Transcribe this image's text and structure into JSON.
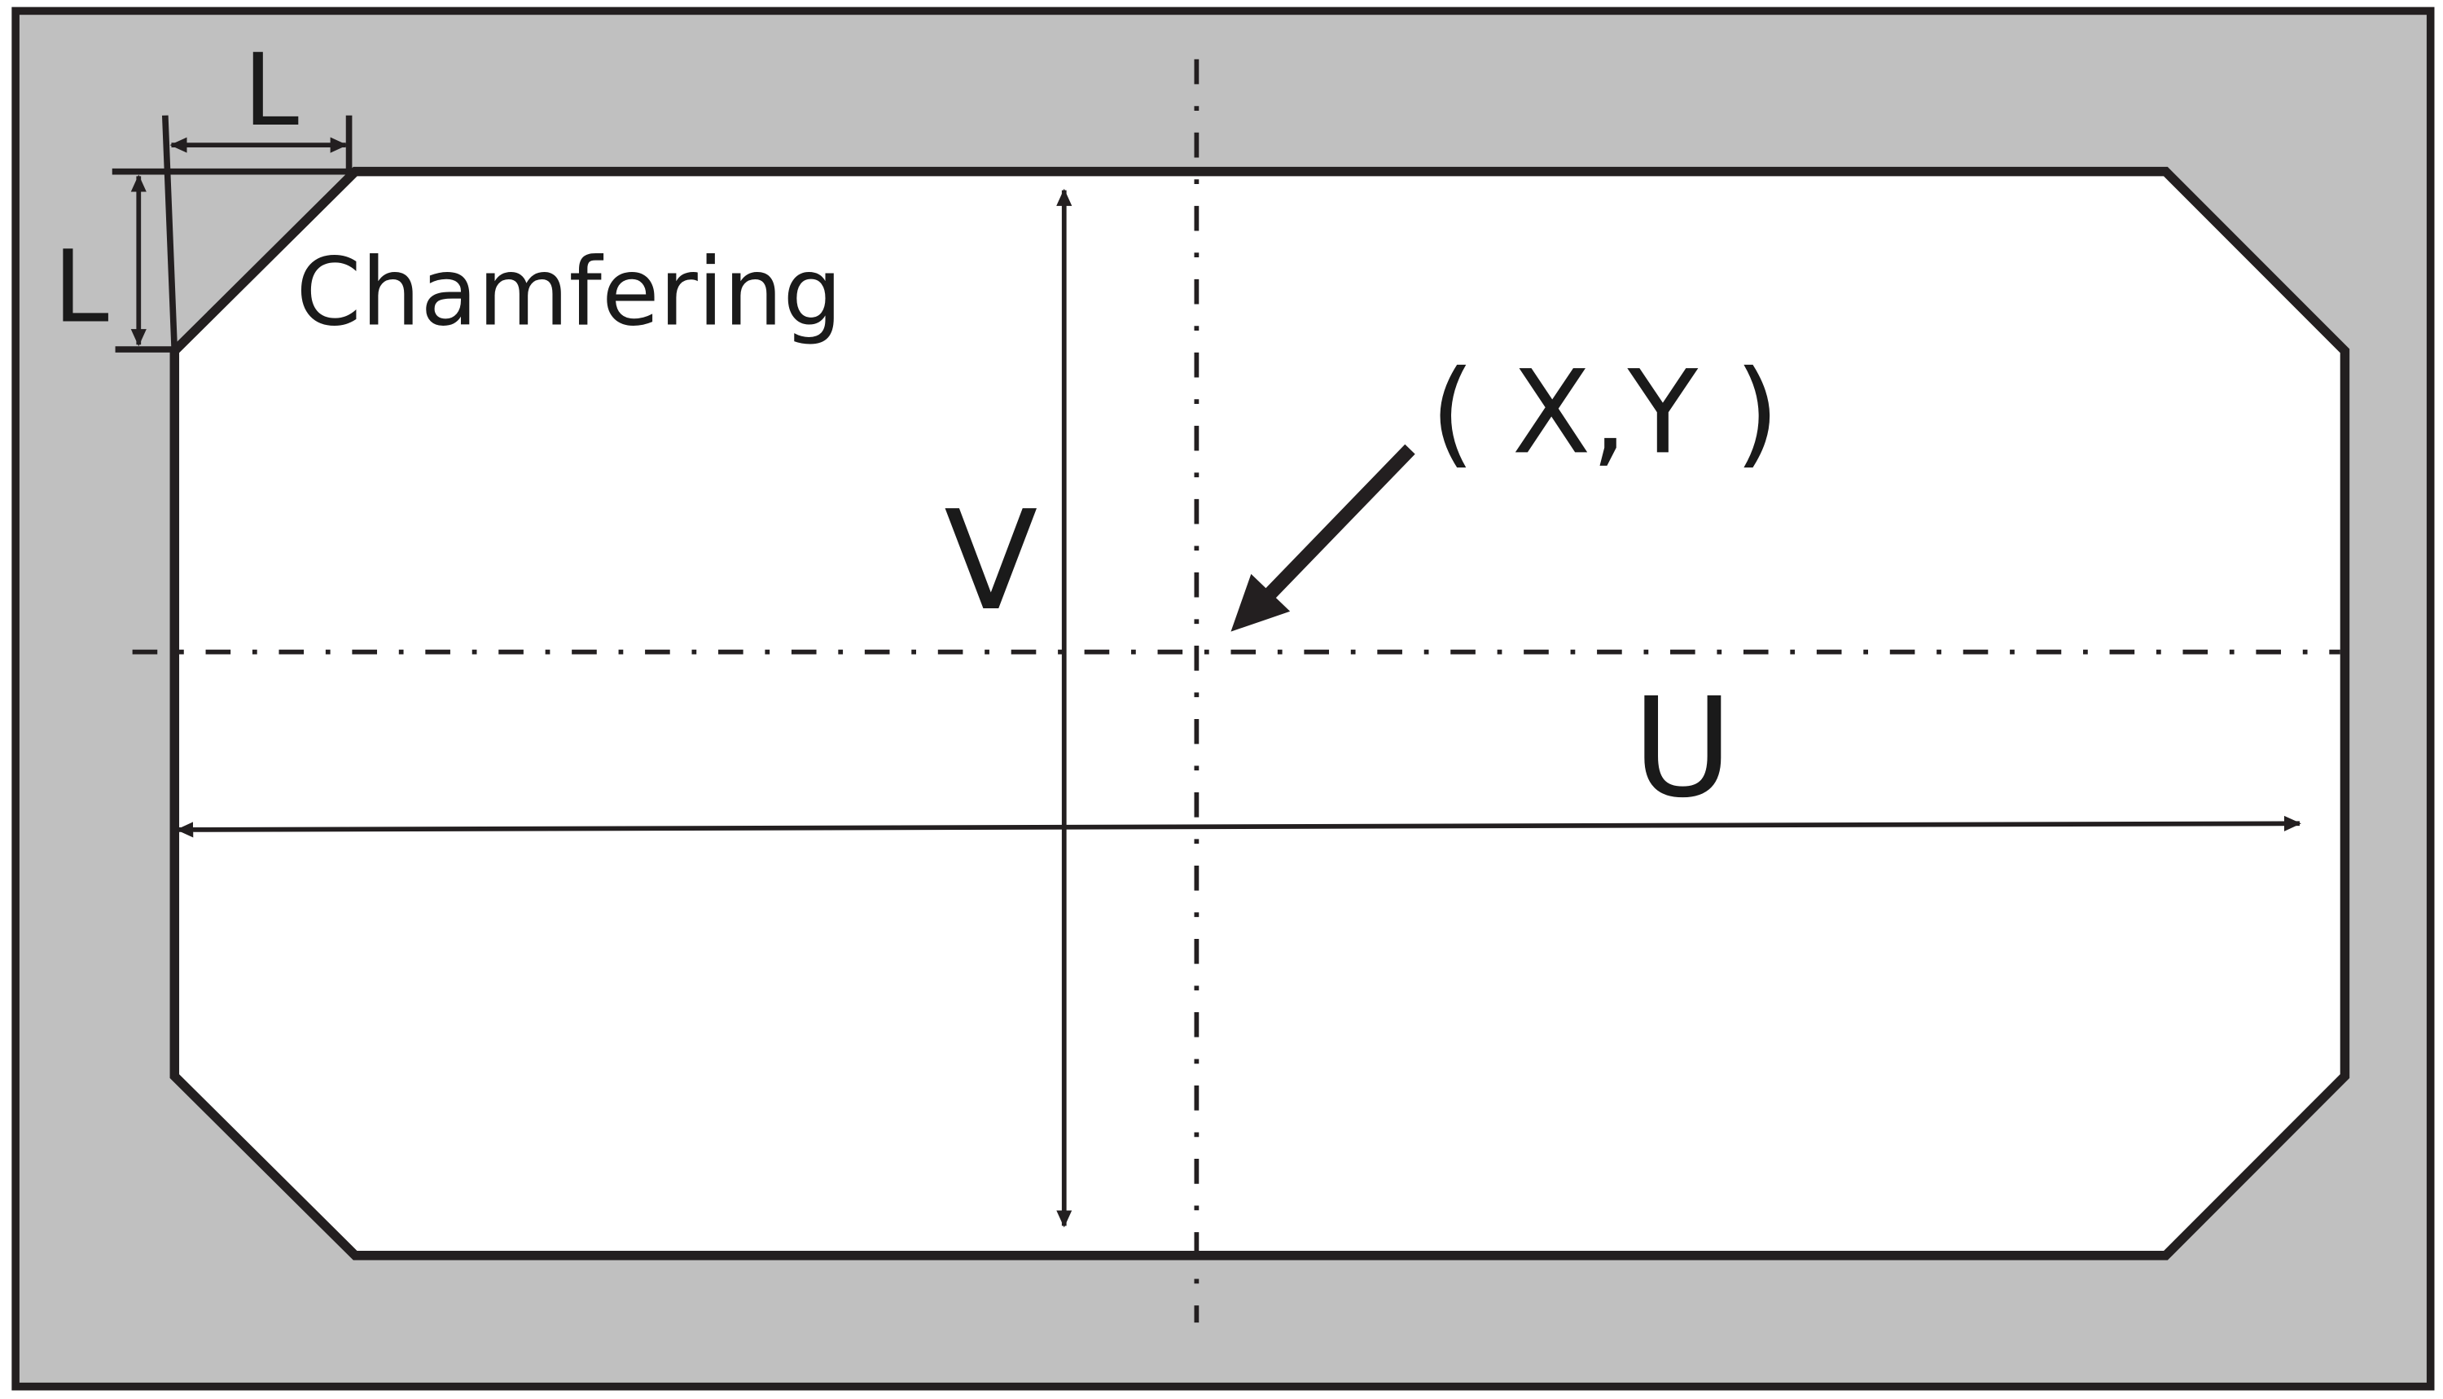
{
  "labels": {
    "chamfer_length_horizontal": "L",
    "chamfer_length_vertical": "L",
    "chamfering": "Chamfering",
    "center_point": "( X,Y )",
    "height": "V",
    "width": "U"
  },
  "colors": {
    "background": "#c0c0c0",
    "plate": "#ffffff",
    "stroke": "#231f20"
  }
}
